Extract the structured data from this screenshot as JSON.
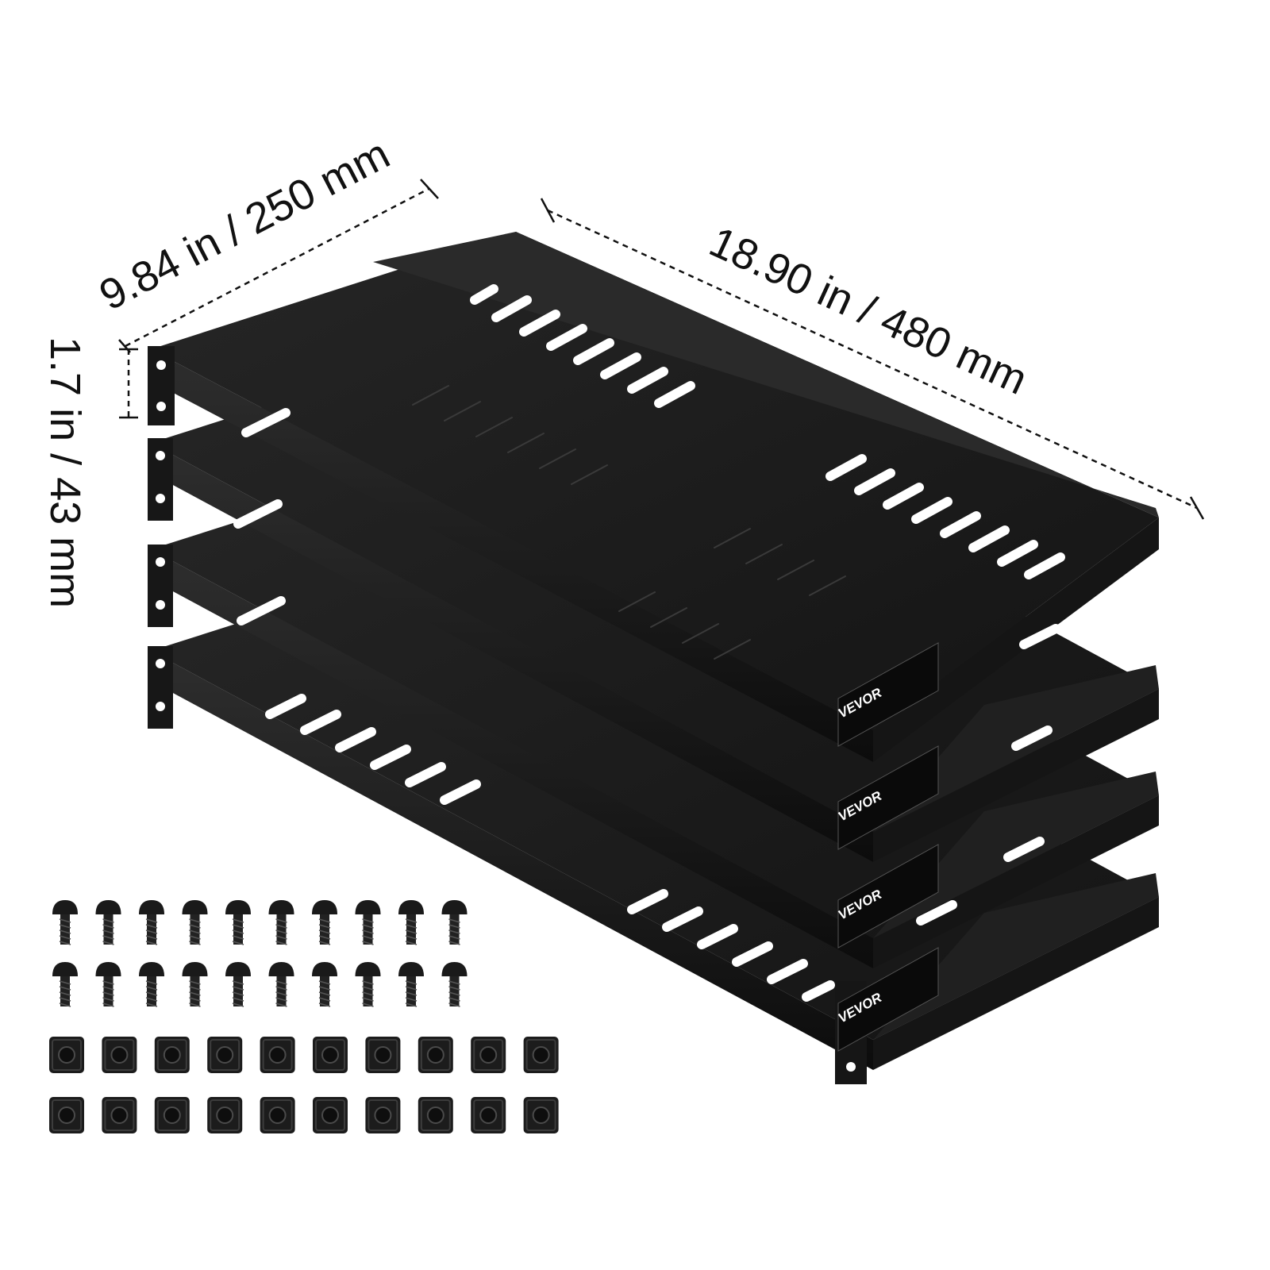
{
  "dimensions": {
    "depth": "9.84 in / 250 mm",
    "width": "18.90 in / 480 mm",
    "height": "1.7 in / 43 mm"
  },
  "label": {
    "brand": "VEVOR"
  },
  "product": {
    "shelf_count": 4
  },
  "hardware": {
    "screws": 20,
    "cage_nuts": 20
  },
  "colors": {
    "shelf": "#1b1b1b",
    "background": "#ffffff",
    "dimension_line": "#111111"
  }
}
